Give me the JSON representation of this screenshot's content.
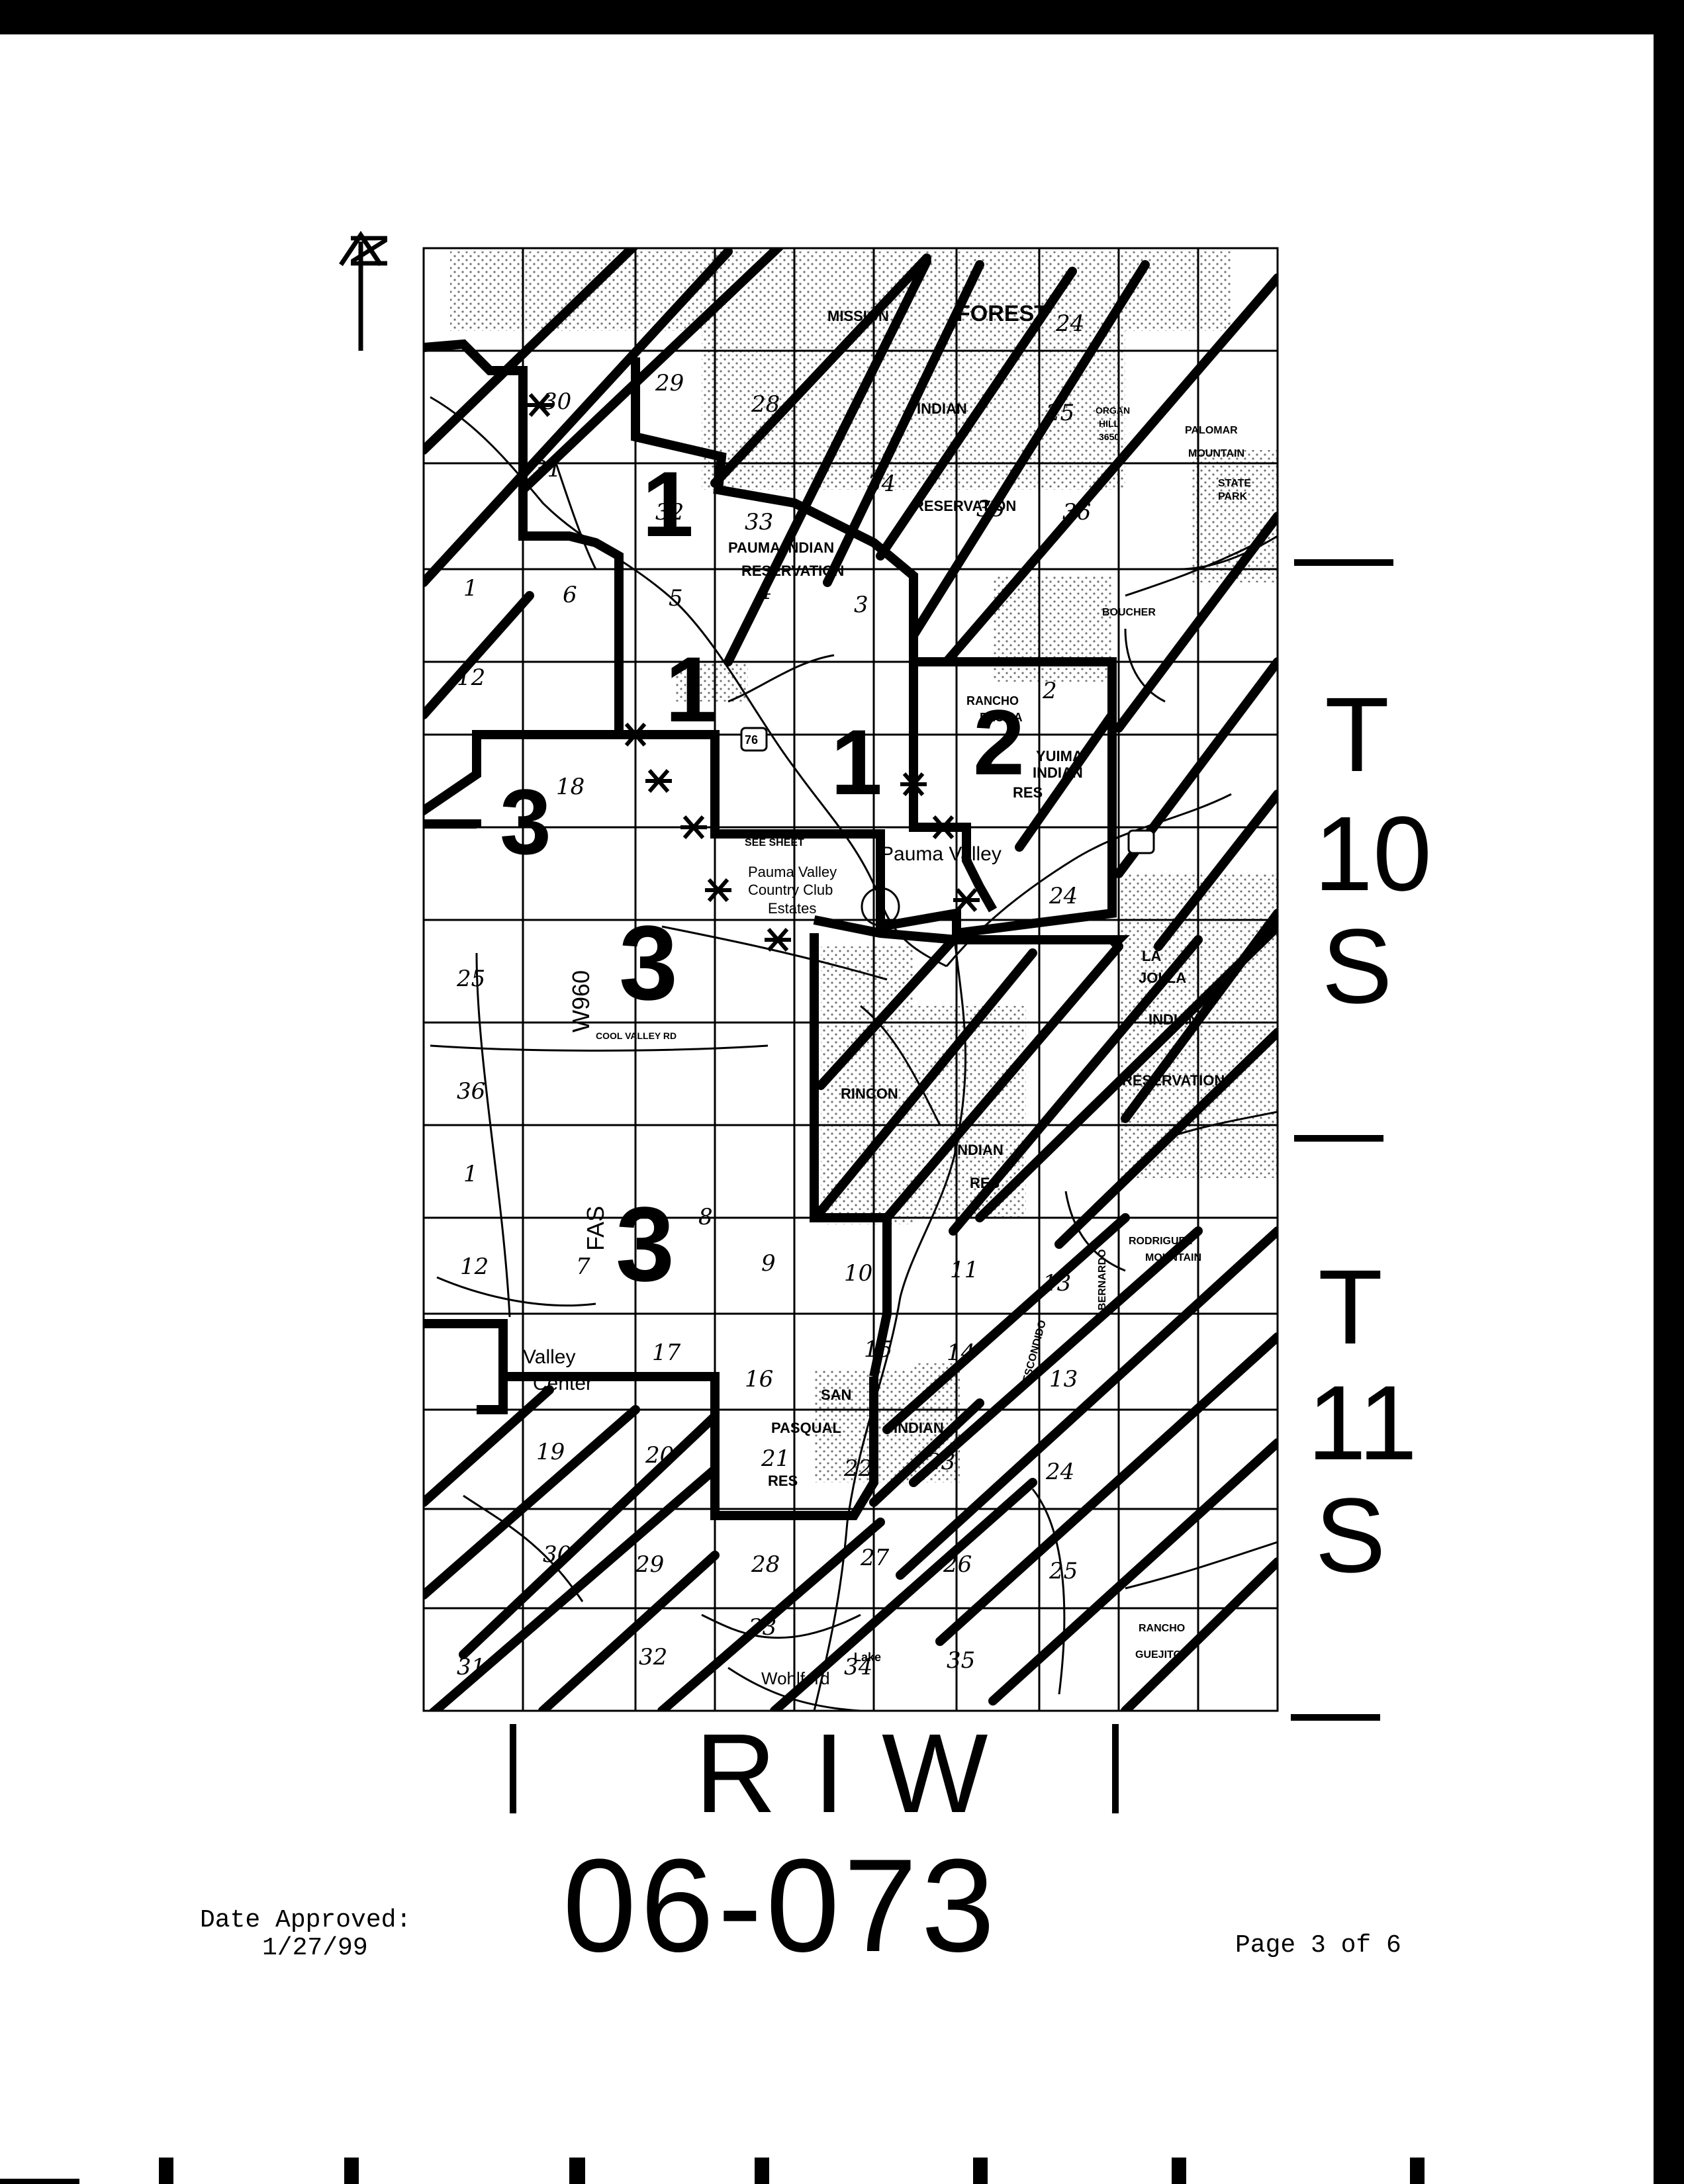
{
  "north_arrow": "N",
  "townships": {
    "upper": [
      "T",
      "10",
      "S"
    ],
    "lower": [
      "T",
      "11",
      "S"
    ]
  },
  "range": "RIW",
  "map_number": "06-073",
  "approval": {
    "label": "Date Approved:",
    "date": "1/27/99"
  },
  "page_indicator": "Page 3 of 6",
  "zones": [
    "1",
    "2",
    "3"
  ],
  "map_labels": {
    "mission_forest": [
      "MISSION",
      "FOREST"
    ],
    "pauma_reservation": [
      "PAUMA INDIAN",
      "RESERVATION"
    ],
    "indian_reservation": [
      "INDIAN",
      "RESERVATION"
    ],
    "yuima": [
      "YUIMA",
      "INDIAN",
      "RES"
    ],
    "pauma_valley": "Pauma Valley",
    "country_club": [
      "Pauma Valley",
      "Country Club",
      "Estates"
    ],
    "see_sheet": "SEE SHEET",
    "la_jolla": [
      "LA",
      "JOLLA",
      "INDIAN",
      "RESERVATION"
    ],
    "rincon": [
      "RINCON",
      "INDIAN",
      "RES"
    ],
    "valley_center": [
      "Valley",
      "Center"
    ],
    "pasqual": [
      "SAN",
      "PASQUAL",
      "INDIAN",
      "RES"
    ],
    "organ_hill": [
      "ORGAN",
      "HILL",
      "3650"
    ],
    "palomar": [
      "PALOMAR",
      "MOUNTAIN"
    ],
    "state_park": [
      "STATE",
      "PARK"
    ],
    "rodriguez": [
      "RODRIGUEZ",
      "MOUNTAIN"
    ],
    "rancho_guejito": [
      "RANCHO",
      "GUEJITO"
    ],
    "bernardo": "BERNARDO",
    "escondido": "ESCONDIDO",
    "lake_wohlford": [
      "Lake",
      "Wohlford"
    ],
    "cool_valley": "COOL VALLEY RD",
    "w960": "W960",
    "fas": "FAS",
    "hwy76": "76",
    "boucher": "BOUCHER",
    "rancho_pauma": [
      "RANCHO",
      "PAUMA"
    ]
  },
  "section_numbers": [
    "24",
    "25",
    "36",
    "29",
    "28",
    "30",
    "31",
    "32",
    "33",
    "34",
    "35",
    "1",
    "6",
    "5",
    "4",
    "3",
    "12",
    "18",
    "2",
    "24",
    "25",
    "36",
    "1",
    "12",
    "7",
    "8",
    "9",
    "10",
    "11",
    "13",
    "17",
    "16",
    "15",
    "14",
    "13",
    "24",
    "19",
    "20",
    "21",
    "22",
    "23",
    "30",
    "29",
    "28",
    "27",
    "26",
    "25",
    "31",
    "32",
    "33",
    "34",
    "35"
  ]
}
